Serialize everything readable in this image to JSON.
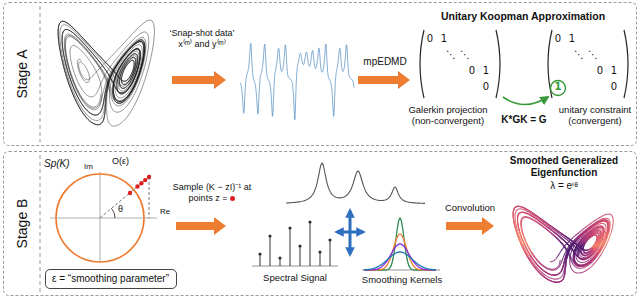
{
  "diagram": {
    "nodes": [
      {
        "text": [
          "Stage A"
        ]
      },
      {
        "text": [
          "Stage B"
        ]
      },
      {
        "text": [
          "ε = “smoothing parameter”"
        ],
        "in": 1
      }
    ],
    "labels": [
      "‘Snap-shot data’ x⁽ᵐ⁾ and y⁽ᵐ⁾",
      "mpEDMD",
      "Unitary Koopman Approximation",
      "0",
      "1",
      "⋱",
      "⋱",
      "0",
      "1",
      "0",
      "0",
      "1",
      "⋱",
      "⋱",
      "0",
      "1",
      "1",
      "0",
      "Galerkin projection (non-convergent)",
      "K*GK = G",
      "unitary constraint (convergent)",
      "Sp(K)",
      "Im",
      "O(ε)",
      "θ",
      "Re",
      "Sample (K − zI)⁻¹ at points z =",
      "Spectral Signal",
      "Smoothing Kernels",
      "Convolution",
      "Smoothed Generalized Eigenfunction",
      "λ = eⁱᶿ"
    ]
  }
}
